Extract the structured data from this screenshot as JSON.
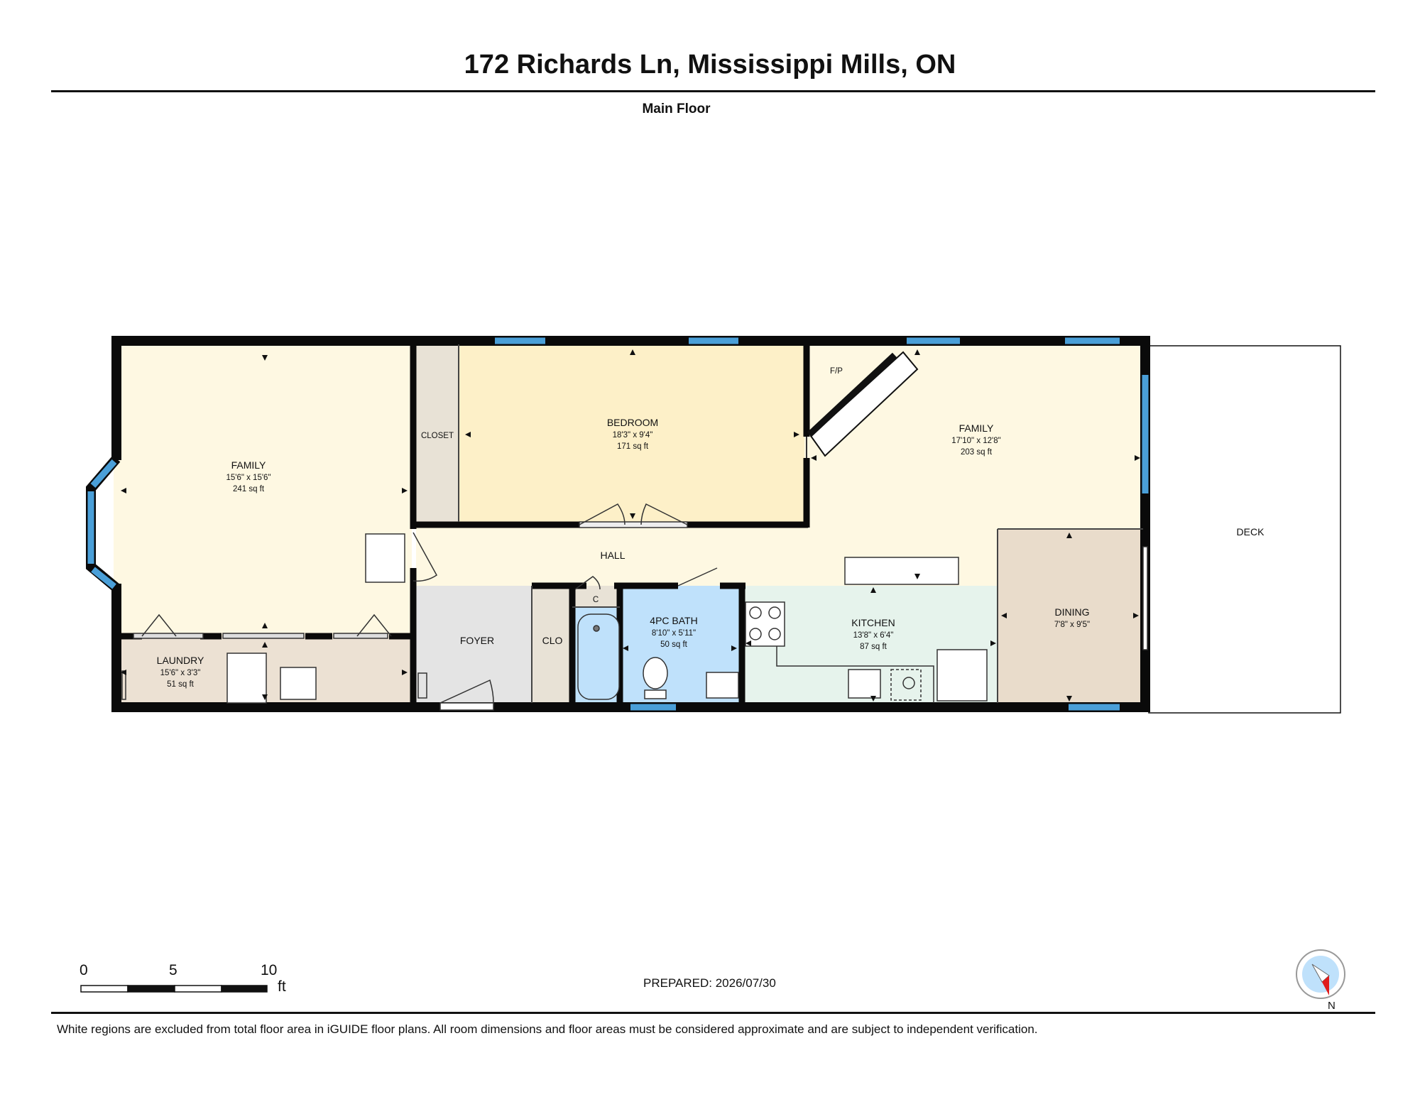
{
  "header": {
    "title": "172 Richards Ln, Mississippi Mills, ON",
    "floor": "Main Floor"
  },
  "rooms": {
    "family_west": {
      "name": "FAMILY",
      "dims": "15'6\" x 15'6\"",
      "area": "241 sq ft"
    },
    "bedroom": {
      "name": "BEDROOM",
      "dims": "18'3\" x 9'4\"",
      "area": "171 sq ft"
    },
    "family_east": {
      "name": "FAMILY",
      "dims": "17'10\" x 12'8\"",
      "area": "203 sq ft"
    },
    "laundry": {
      "name": "LAUNDRY",
      "dims": "15'6\" x 3'3\"",
      "area": "51 sq ft"
    },
    "bath": {
      "name": "4PC BATH",
      "dims": "8'10\" x 5'11\"",
      "area": "50 sq ft"
    },
    "kitchen": {
      "name": "KITCHEN",
      "dims": "13'8\" x 6'4\"",
      "area": "87 sq ft"
    },
    "dining": {
      "name": "DINING",
      "dims": "7'8\" x 9'5\""
    },
    "closet": {
      "name": "CLOSET"
    },
    "hall": {
      "name": "HALL"
    },
    "foyer": {
      "name": "FOYER"
    },
    "clo": {
      "name": "CLO"
    },
    "c": {
      "name": "C"
    },
    "fp": {
      "name": "F/P"
    },
    "deck": {
      "name": "DECK"
    }
  },
  "scale": {
    "labels": [
      "0",
      "5",
      "10"
    ],
    "unit": "ft"
  },
  "compass": {
    "label": "N"
  },
  "footer": {
    "prepared": "PREPARED: 2026/07/30",
    "disclaimer": "White regions are excluded from total floor area in iGUIDE floor plans. All room dimensions and floor areas must be considered approximate and are subject to independent verification."
  },
  "colors": {
    "family": "#fef8e2",
    "bedroom": "#fdf0c8",
    "hall": "#fef8e2",
    "laundry": "#ece1d3",
    "foyer": "#e4e4e4",
    "bath": "#bfe1fb",
    "kitchen": "#e6f3ec",
    "dining": "#e9dccb",
    "closet": "#e8e2d6",
    "wall": "#0a0a0a",
    "window": "#4a9fd8"
  }
}
